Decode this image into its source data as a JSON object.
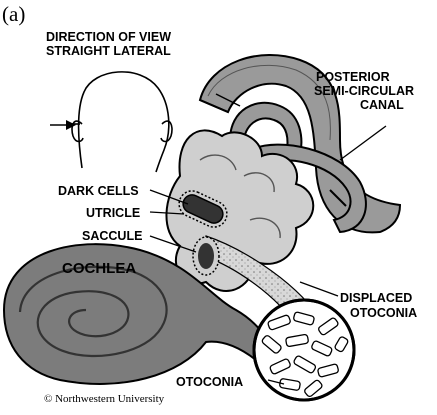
{
  "panel_label": "(a)",
  "view": {
    "line1": "DIRECTION OF VIEW",
    "line2": "STRAIGHT LATERAL"
  },
  "labels": {
    "posterior_line1": "POSTERIOR",
    "posterior_line2": "SEMI-CIRCULAR",
    "posterior_line3": "CANAL",
    "dark_cells": "DARK CELLS",
    "utricle": "UTRICLE",
    "saccule": "SACCULE",
    "cochlea": "COCHLEA",
    "displaced_line1": "DISPLACED",
    "displaced_line2": "OTOCONIA",
    "otoconia": "OTOCONIA"
  },
  "credit": "©  Northwestern University",
  "colors": {
    "canal_fill": "#9a9a9a",
    "body_fill": "#c8c8c8",
    "body_dark": "#8a8a8a",
    "cochlea_fill": "#7c7c7c",
    "outline": "#000000"
  }
}
